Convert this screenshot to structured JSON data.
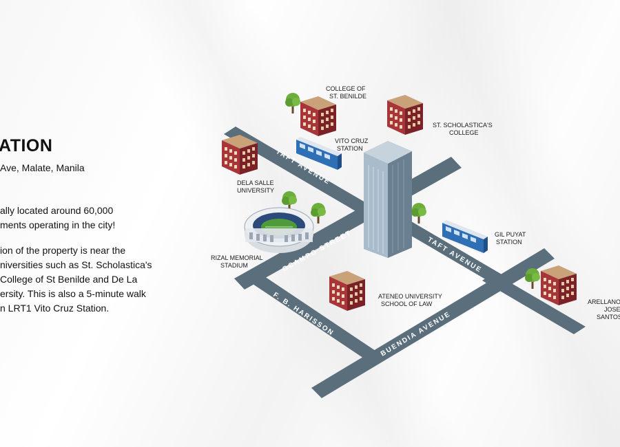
{
  "info": {
    "title": "ATION",
    "address": "Ave, Malate, Manila",
    "paragraph1": [
      "ally located around 60,000",
      "ments operating in the city!"
    ],
    "paragraph2": [
      "ion of the property is near the",
      "niversities such as St. Scholastica's",
      "College of St Benilde and De La",
      "ersity. This is also a 5-minute walk",
      "n LRT1 Vito Cruz Station."
    ]
  },
  "map": {
    "roads": {
      "taft_upper": "TAFT AVENUE",
      "taft_lower": "TAFT AVENUE",
      "ocampo": "OCAMPO STREET",
      "harisson": "F. B. HARISSON",
      "buendia": "BUENDIA AVENUE"
    },
    "places": {
      "benilde": [
        "COLLEGE OF",
        "ST. BENILDE"
      ],
      "scholastica": [
        "ST. SCHOLASTICA'S",
        "COLLEGE"
      ],
      "vito_cruz": [
        "VITO CRUZ",
        "STATION"
      ],
      "dela_salle": [
        "DELA SALLE",
        "UNIVERSITY"
      ],
      "gil_puyat": [
        "GIL PUYAT",
        "STATION"
      ],
      "rizal": [
        "RIZAL MEMORIAL",
        "STADIUM"
      ],
      "ateneo": [
        "ATENEO UNIVERSITY",
        "SCHOOL OF LAW"
      ],
      "arellano": [
        "ARELLANO",
        "JOSE",
        "SANTOS"
      ]
    },
    "colors": {
      "road": "#5a6e7c",
      "building_red": "#8e2a2f",
      "building_roof": "#c9a27a",
      "tree": "#6cae3b",
      "train": "#2f6fb5",
      "tower": "#7d94a6"
    }
  }
}
